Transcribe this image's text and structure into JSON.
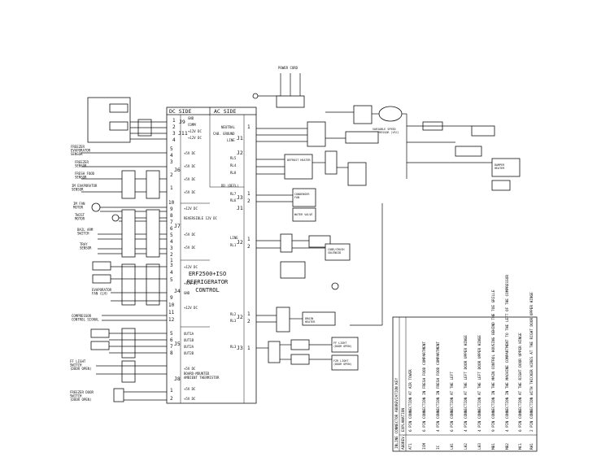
{
  "board": {
    "dc_side": "DC SIDE",
    "ac_side": "AC SIDE",
    "title_line1": "ERF2500+ISO",
    "title_line2": "REFRIGERATOR",
    "title_line3": "CONTROL"
  },
  "dc_connectors": [
    {
      "name": "J9",
      "pins": [
        "1",
        "2",
        "3",
        "4"
      ]
    },
    {
      "name": "J6",
      "pins": [
        "5",
        "4",
        "3",
        "2",
        "1"
      ]
    },
    {
      "name": "J7",
      "pins": [
        "10",
        "9",
        "8",
        "7",
        "6",
        "5",
        "4",
        "3",
        "2",
        "1"
      ]
    },
    {
      "name": "J4",
      "pins": [
        "3",
        "4",
        "5",
        "9",
        "10",
        "11",
        "12"
      ]
    },
    {
      "name": "J5",
      "pins": [
        "5",
        "6",
        "7",
        "8"
      ]
    },
    {
      "name": "J8",
      "pins": [
        "1",
        "2"
      ]
    }
  ],
  "dc_labels": {
    "gnd": "GND",
    "comm": "COMM",
    "plus12": "+12V DC",
    "plus5": "+5V DC",
    "rev12": "REVERSIBLE 12V DC",
    "out1a": "OUT1A",
    "out1b": "OUT1B",
    "out2a": "OUT2A",
    "out2b": "OUT2B",
    "board_mounted": "BOARD-MOUNTED",
    "ambient_thermistor": "AMBIENT THERMISTOR",
    "j11": "J11"
  },
  "ac_connectors": [
    {
      "name": "J2",
      "pins": [
        "1",
        "2"
      ]
    },
    {
      "name": "J3",
      "pins": [
        "1",
        "2"
      ]
    },
    {
      "name": "J1",
      "pins": [
        "1"
      ]
    }
  ],
  "ac_labels": {
    "neutral": "NEUTRAL",
    "cab_ground": "CAB. GROUND",
    "line": "LINE",
    "rl5": "RL5",
    "rl4": "RL4",
    "rl8": "RL8",
    "rl7": "RL7",
    "rl6": "RL6",
    "rl3": "RL3",
    "rl2": "RL2",
    "rl1": "RL1",
    "line2": "LINE",
    "dd": "DD (DEFL)"
  },
  "components_left": [
    {
      "key": "ff_evap_sensor",
      "label": "FREEZER\nEVAPORATOR\nSENSOR"
    },
    {
      "key": "freezer_sensor",
      "label": "FREEZER\nSENSOR"
    },
    {
      "key": "fresh_food_sensor",
      "label": "FRESH FOOD\nSENSOR"
    },
    {
      "key": "ice_evap_sensor",
      "label": "IM EVAPORATOR\nSENSOR"
    },
    {
      "key": "ice_fan_motor",
      "label": "IM FAN\nMOTOR"
    },
    {
      "key": "twist_motor",
      "label": "TWIST\nMOTOR"
    },
    {
      "key": "bail_arm_switch",
      "label": "BAIL ARM\nSWITCH"
    },
    {
      "key": "tray_sensor",
      "label": "TRAY\nSENSOR"
    },
    {
      "key": "evap_fan",
      "label": "EVAPORATOR\nFAN (LH)"
    },
    {
      "key": "compressor_control",
      "label": "COMPRESSOR\nCONTROL SIGNAL"
    },
    {
      "key": "ff_light_switch",
      "label": "FF LIGHT\nSWITCH\n(DOOR OPEN)"
    },
    {
      "key": "freezer_door_switch",
      "label": "FREEZER DOOR\nSWITCH\n(DOOR OPEN)"
    }
  ],
  "components_right": [
    {
      "key": "power_cord",
      "label": "POWER CORD"
    },
    {
      "key": "compressor",
      "label": "VARIABLE SPEED\nCOMPRESSOR (VSC)"
    },
    {
      "key": "defrost_heater",
      "label": "DEFROST HEATER"
    },
    {
      "key": "condenser_fan",
      "label": "CONDENSER\nFAN"
    },
    {
      "key": "damper",
      "label": "DAMPER\nHEATER"
    },
    {
      "key": "water_valve",
      "label": "WATER VALVE"
    },
    {
      "key": "ice_dispenser_solenoid",
      "label": "CUBE/CRUSH\nSOLENOID"
    },
    {
      "key": "ff_light",
      "label": "FF LIGHT\n(DOOR OPEN)"
    },
    {
      "key": "freezer_light",
      "label": "FZR LIGHT\n(DOOR OPEN)"
    },
    {
      "key": "drain_heater",
      "label": "DRAIN\nHEATER"
    }
  ],
  "key_table": {
    "title": "INLINE CONNECTOR ABBREVIATION KEY",
    "col_abbrev": "ABBREV.",
    "col_expl": "EXPLANATION",
    "rows": [
      {
        "abbr": "AT1",
        "text": "6 PIN CONNECTION AT AIR TOWER"
      },
      {
        "abbr": "ICM",
        "text": "6 PIN CONNECTION IN FRESH FOOD COMPARTMENT"
      },
      {
        "abbr": "IC",
        "text": "4 PIN CONNECTION IN FRESH FOOD COMPARTMENT"
      },
      {
        "abbr": "LH1",
        "text": "6 PIN CONNECTION AT THE LEFT"
      },
      {
        "abbr": "LH2",
        "text": "4 PIN CONNECTION AT THE LEFT DOOR UPPER HINGE"
      },
      {
        "abbr": "LH3",
        "text": "4 PIN CONNECTION AT THE LEFT DOOR UPPER HINGE"
      },
      {
        "abbr": "MB1",
        "text": "9 PIN CONNECTION IN THE MAIN CONTROL HOUSING BEHIND THE TOE GRILLE"
      },
      {
        "abbr": "MB2",
        "text": "4 PIN CONNECTION IN THE MACHINE COMPARTMENT TO THE LEFT OF THE COMPRESSOR"
      },
      {
        "abbr": "MC1",
        "text": "6 PIN CONNECTION AT THE RIGHT DOOR UPPER HINGE"
      },
      {
        "abbr": "RH1",
        "text": "2 PIN CONNECTION WITH THICKER WIRES AT THE RIGHT DOOR UPPER HINGE"
      }
    ]
  }
}
